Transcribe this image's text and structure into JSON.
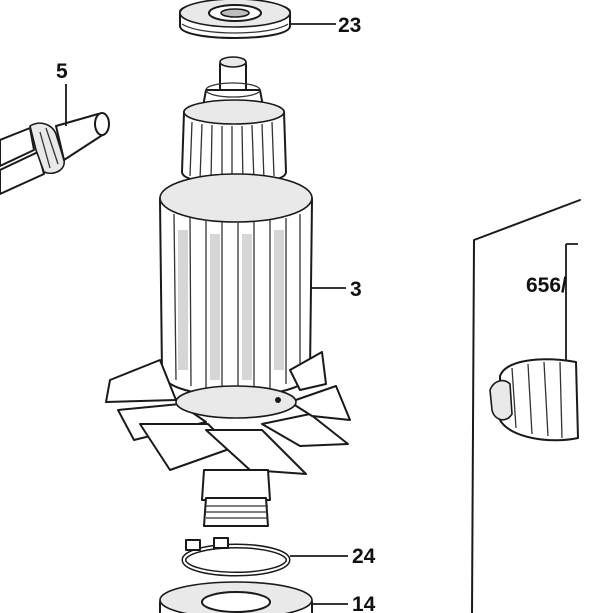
{
  "callouts": {
    "c23": "23",
    "c5": "5",
    "c3": "3",
    "c656": "656/",
    "c24": "24",
    "c14": "14"
  }
}
